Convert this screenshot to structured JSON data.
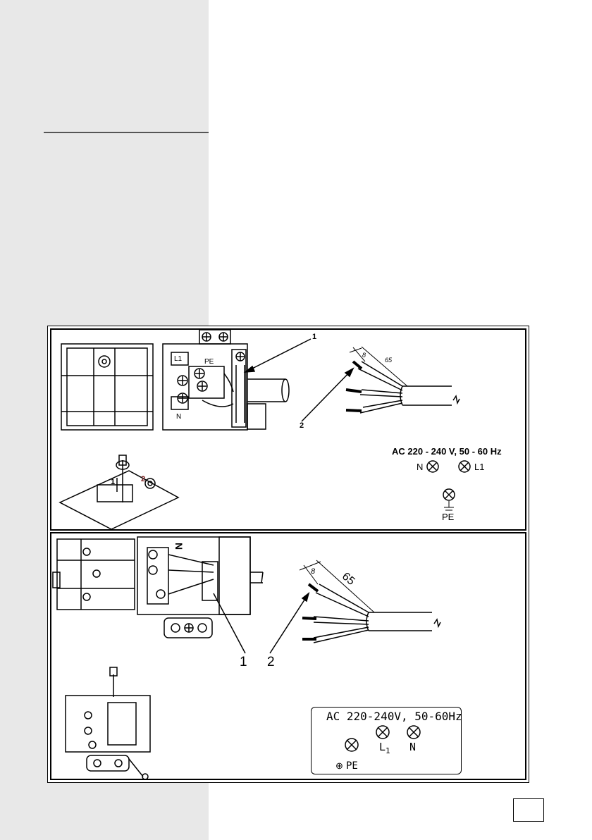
{
  "diagram_a": {
    "callout_1": "1",
    "callout_2": "2",
    "terminal_l1": "L1",
    "terminal_pe": "PE",
    "terminal_n": "N",
    "dim_strip": "8",
    "dim_sheath": "65",
    "small_callout_1": "1",
    "small_callout_2": "2",
    "spec": "AC 220 - 240 V, 50 - 60 Hz",
    "lamp_n": "N",
    "lamp_l1": "L1",
    "lamp_pe": "PE"
  },
  "diagram_b": {
    "callout_1": "1",
    "callout_2": "2",
    "terminal_n": "N",
    "dim_strip": "8",
    "dim_sheath": "65",
    "spec": "AC 220-240V, 50-60Hz",
    "lamp_l1": "L",
    "lamp_l1_sub": "1",
    "lamp_n": "N",
    "lamp_pe": "PE",
    "earth_symbol": "⊕"
  }
}
